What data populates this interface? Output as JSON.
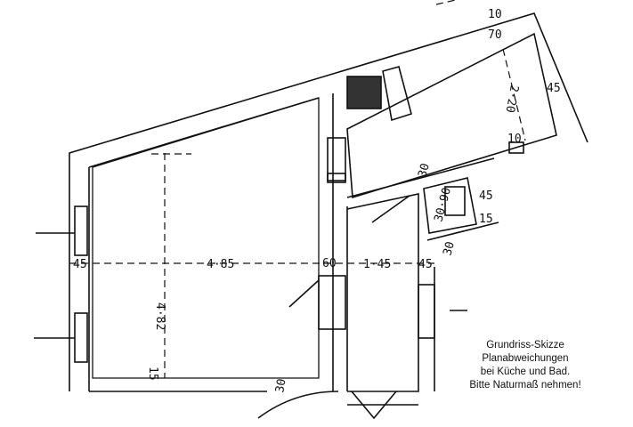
{
  "dimensions": {
    "left_wall": "45",
    "room_width": "4·85",
    "room_height": "4·82",
    "inner_wall": "60",
    "corridor_width": "1·45",
    "right_wall": "45",
    "kitchen_depth": "2·20",
    "kitchen_wall": "45",
    "top_wall_a": "10",
    "top_wall_b": "70",
    "kitchen_bottom": "10",
    "bath_top": "30",
    "bath_inner": "30·90",
    "bath_bottom": "30",
    "bath_small": "45",
    "bath_small_b": "15",
    "sill": "15",
    "door_bottom": "30"
  },
  "note": {
    "lines": [
      "Grundriss-Skizze",
      "Planabweichungen",
      "bei Küche und Bad.",
      "Bitte Naturmaß nehmen!"
    ]
  }
}
